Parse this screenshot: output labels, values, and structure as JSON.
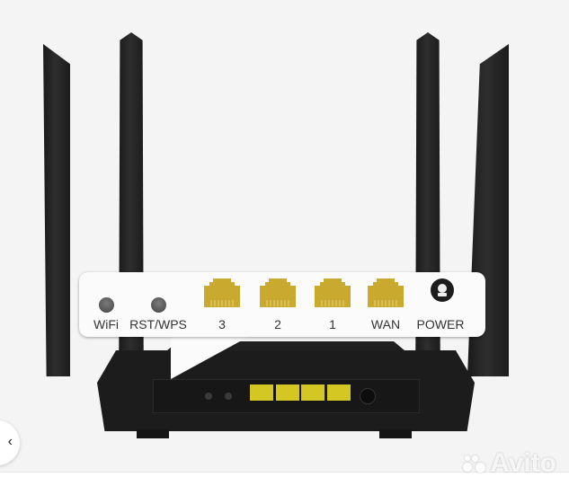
{
  "listing_image": {
    "alt": "Wi-Fi router rear panel",
    "colors": {
      "background": "#f4f4f4",
      "router": "#1c1c1c",
      "port_gold": "#c9a92e",
      "port_yellow": "#d4c623",
      "panel": "#fbfbfb"
    },
    "callout_panel": {
      "items": [
        {
          "type": "button",
          "icon": "round-button-icon",
          "label": "WiFi"
        },
        {
          "type": "button",
          "icon": "round-button-icon",
          "label": "RST/WPS"
        },
        {
          "type": "port",
          "icon": "ethernet-port-icon",
          "label": "3"
        },
        {
          "type": "port",
          "icon": "ethernet-port-icon",
          "label": "2"
        },
        {
          "type": "port",
          "icon": "ethernet-port-icon",
          "label": "1"
        },
        {
          "type": "port",
          "icon": "ethernet-port-icon",
          "label": "WAN"
        },
        {
          "type": "jack",
          "icon": "power-jack-icon",
          "label": "POWER"
        }
      ]
    }
  },
  "gallery": {
    "prev_button_icon": "chevron-left-icon",
    "prev_button_glyph": "‹"
  },
  "watermark": {
    "text": "Avito"
  }
}
